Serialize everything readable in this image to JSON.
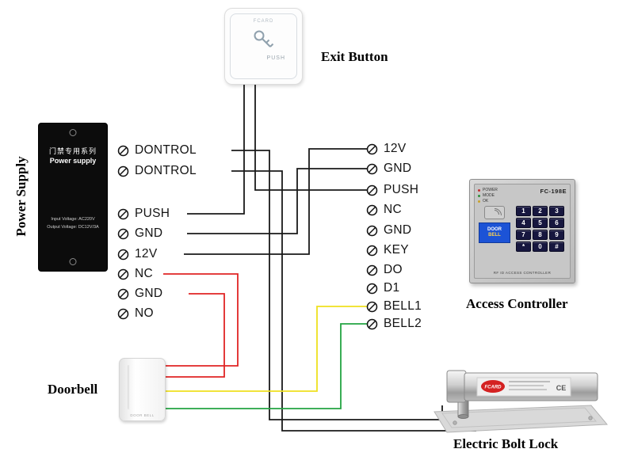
{
  "colors": {
    "wire_black": "#1a1a1a",
    "wire_red": "#e02424",
    "wire_yellow": "#efe11e",
    "wire_green": "#23a442"
  },
  "labels": {
    "exit_button": "Exit Button",
    "power_supply": "Power Supply",
    "access_controller": "Access Controller",
    "doorbell": "Doorbell",
    "bolt_lock": "Electric Bolt Lock"
  },
  "terminals": {
    "left": [
      "DONTROL",
      "DONTROL",
      "PUSH",
      "GND",
      "12V",
      "NC",
      "GND",
      "NO"
    ],
    "right": [
      "12V",
      "GND",
      "PUSH",
      "NC",
      "GND",
      "KEY",
      "DO",
      "D1",
      "BELL1",
      "BELL2"
    ]
  },
  "exit_button": {
    "brand": "FCARD",
    "push": "PUSH"
  },
  "power_supply": {
    "series_cn": "门禁专用系列",
    "title_en": "Power supply",
    "line1": "Input Voltage: AC220V",
    "line2": "Output Voltage: DC12V/3A"
  },
  "controller": {
    "model": "FC-198E",
    "indicators": [
      "POWER",
      "MODE",
      "OK"
    ],
    "screen_line1": "DOOR",
    "screen_line2": "BELL",
    "keys": [
      "1",
      "2",
      "3",
      "4",
      "5",
      "6",
      "7",
      "8",
      "9",
      "*",
      "0",
      "#"
    ],
    "footer": "RF ID ACCESS CONTROLLER"
  },
  "doorbell": {
    "text": "DOOR BELL"
  },
  "lock": {
    "brand": "FCARD",
    "ce": "CE"
  }
}
